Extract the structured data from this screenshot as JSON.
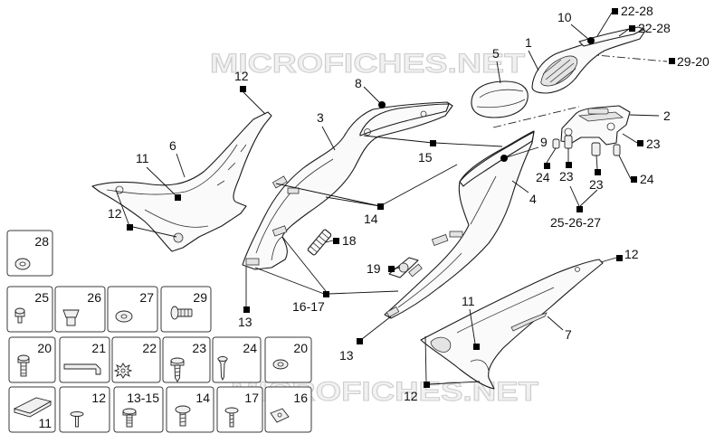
{
  "watermark": {
    "upper": "MICROFICHES.NET",
    "lower": "MICROFICHES.NET"
  },
  "callouts": [
    "10",
    "22-28",
    "22-28",
    "29-20",
    "1",
    "5",
    "2",
    "8",
    "3",
    "12",
    "6",
    "11",
    "12",
    "15",
    "9",
    "14",
    "4",
    "23",
    "24",
    "23",
    "23",
    "24",
    "25-26-27",
    "18",
    "19",
    "16-17",
    "13",
    "13",
    "12",
    "11",
    "7",
    "12"
  ],
  "hardware": [
    {
      "label": "28",
      "icon": "washer-icon"
    },
    {
      "label": "25",
      "icon": "screw-icon"
    },
    {
      "label": "26",
      "icon": "rivet-clip-icon"
    },
    {
      "label": "27",
      "icon": "washer-icon"
    },
    {
      "label": "29",
      "icon": "bolt-icon"
    },
    {
      "label": "20",
      "icon": "bolt-icon"
    },
    {
      "label": "21",
      "icon": "hex-key-icon"
    },
    {
      "label": "22",
      "icon": "star-washer-icon"
    },
    {
      "label": "23",
      "icon": "screw-icon"
    },
    {
      "label": "24",
      "icon": "screw-icon"
    },
    {
      "label": "20",
      "icon": "washer-icon"
    },
    {
      "label": "11",
      "icon": "foam-pad-icon"
    },
    {
      "label": "12",
      "icon": "screw-icon"
    },
    {
      "label": "13-15",
      "icon": "flange-bolt-icon"
    },
    {
      "label": "14",
      "icon": "screw-icon"
    },
    {
      "label": "17",
      "icon": "screw-icon"
    },
    {
      "label": "16",
      "icon": "clip-nut-icon"
    }
  ]
}
